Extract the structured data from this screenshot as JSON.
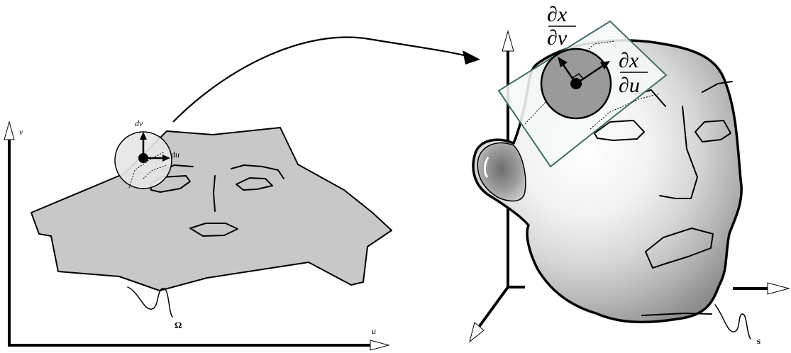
{
  "left_panel": {
    "axis_v_label": "v",
    "axis_u_label": "u",
    "tangent_up_label": "dv",
    "tangent_right_label": "du",
    "domain_label": "Ω"
  },
  "right_panel": {
    "surface_label": "s",
    "partial_v": {
      "numerator": "∂x",
      "denominator": "∂v"
    },
    "partial_u": {
      "numerator": "∂x",
      "denominator": "∂u"
    }
  },
  "colors": {
    "domain_fill": "#c8c8c8",
    "disk_fill": "#e6e6e6",
    "tangent_plane_fill": "#f4f8f7",
    "tangent_plane_stroke": "#3f6f63",
    "tangent_disk_fill": "#9a9a9a",
    "ink": "#000000"
  }
}
